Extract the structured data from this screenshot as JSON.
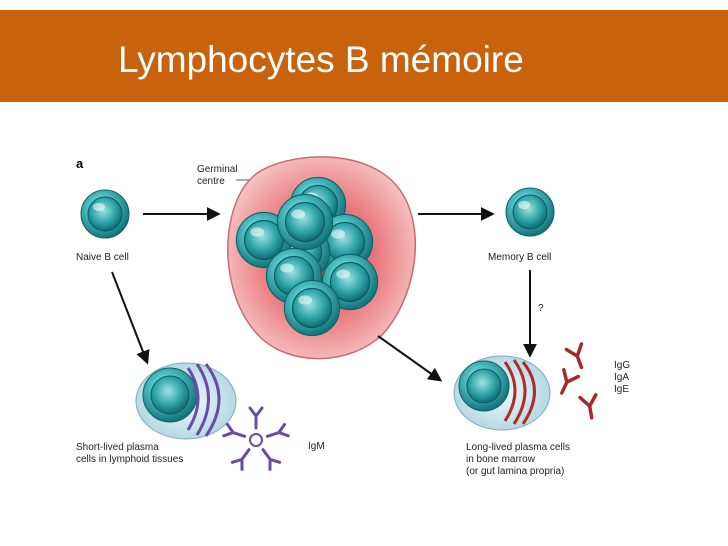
{
  "slide": {
    "title": "Lymphocytes B mémoire"
  },
  "diagram": {
    "panel_label": "a",
    "germinal_label_line1": "Germinal",
    "germinal_label_line2": "centre",
    "naive_label": "Naive B cell",
    "memory_label": "Memory B cell",
    "question_mark": "?",
    "short_lived_line1": "Short-lived plasma",
    "short_lived_line2": "cells in lymphoid tissues",
    "igm_label": "IgM",
    "long_lived_line1": "Long-lived plasma cells",
    "long_lived_line2": "in bone marrow",
    "long_lived_line3": "(or gut lamina propria)",
    "isotypes": [
      "IgG",
      "IgA",
      "IgE"
    ]
  },
  "colors": {
    "title_bar": "#c8620c",
    "cell_teal": "#2fa8ad",
    "germinal_pink": "#e8747a",
    "plasma_blue": "#c9e3ea",
    "igm_purple": "#6a4aa8",
    "antibody_red": "#a52a2a"
  },
  "icons": [
    "b-cell-icon",
    "germinal-centre-icon",
    "plasma-cell-icon",
    "igm-pentamer-icon",
    "antibody-icon"
  ]
}
